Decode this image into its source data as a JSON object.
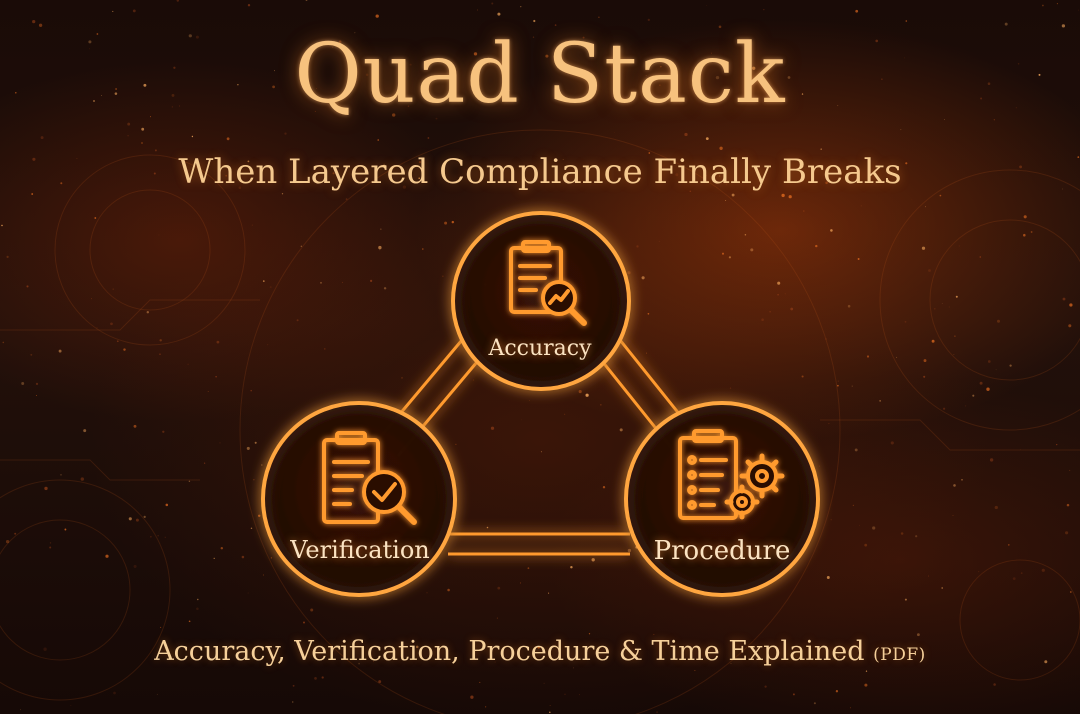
{
  "header": {
    "title": "Quad Stack",
    "subtitle": "When Layered Compliance Finally Breaks"
  },
  "diagram": {
    "nodes": [
      {
        "id": "accuracy",
        "label": "Accuracy",
        "icon": "document-analytics-magnifier-icon"
      },
      {
        "id": "verification",
        "label": "Verification",
        "icon": "document-checkmark-magnifier-icon"
      },
      {
        "id": "procedure",
        "label": "Procedure",
        "icon": "checklist-gears-icon"
      }
    ]
  },
  "footer": {
    "main_text": "Accuracy, Verification, Procedure & Time Explained",
    "small_text": "(PDF)"
  },
  "colors": {
    "background": "#1a0b07",
    "glow": "#ff8a1e",
    "title_text": "#f7c27e",
    "label_text": "#fbe3c2"
  }
}
